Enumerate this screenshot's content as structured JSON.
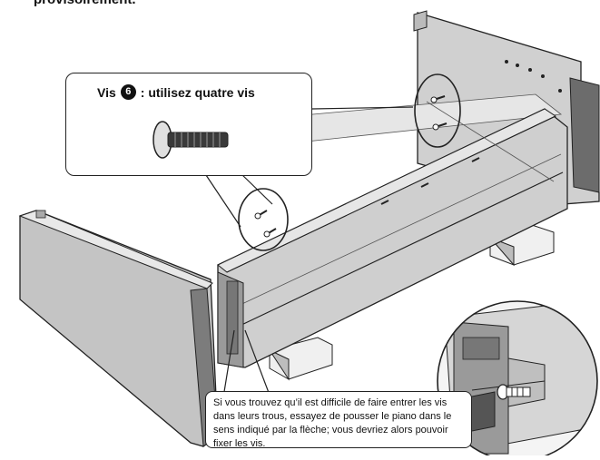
{
  "heading": "provisoirement.",
  "callout": {
    "label_prefix": "Vis",
    "part_number": "6",
    "label_suffix": ": utilisez quatre vis"
  },
  "note": "Si vous trouvez qu’il est difficile de faire entrer les vis dans leurs trous, essayez de pousser le piano dans le sens indiqué par la flèche; vous devriez alors pouvoir fixer les vis.",
  "colors": {
    "panel": "#c8c8c8",
    "panel_dark": "#8a8a8a",
    "outline": "#222222",
    "body": "#bdbdbd"
  },
  "icons": [
    "screw-icon",
    "arrow-icon"
  ]
}
